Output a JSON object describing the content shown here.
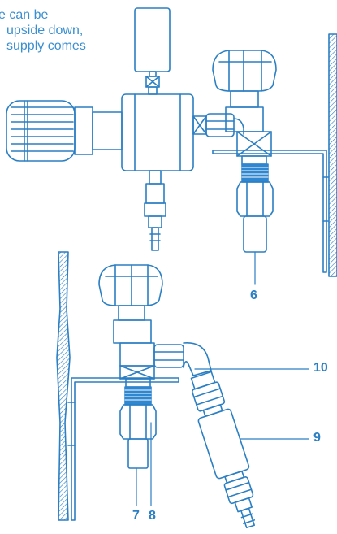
{
  "note": {
    "line1": "e can be",
    "line2": "upside down,",
    "line3": "supply comes"
  },
  "callouts": {
    "c6": "6",
    "c7": "7",
    "c8": "8",
    "c9": "9",
    "c10": "10"
  },
  "colors": {
    "stroke": "#2b7fc3",
    "accent": "#2f86d1",
    "hatch": "#2b7fc3",
    "text": "#2b7fc3"
  }
}
